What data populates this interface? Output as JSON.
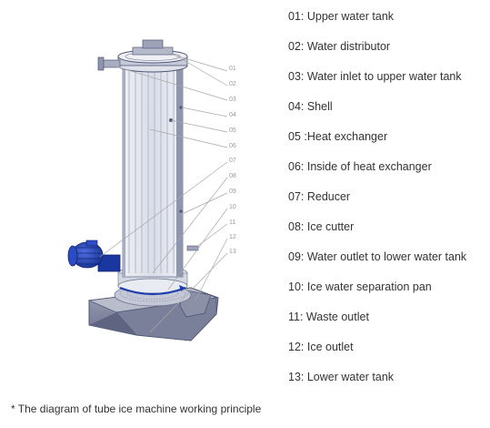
{
  "legend": {
    "items": [
      {
        "num": "01",
        "label": "01: Upper water tank"
      },
      {
        "num": "02",
        "label": "02: Water distributor"
      },
      {
        "num": "03",
        "label": "03: Water inlet to upper water tank"
      },
      {
        "num": "04",
        "label": "04: Shell"
      },
      {
        "num": "05",
        "label": "05 :Heat exchanger"
      },
      {
        "num": "06",
        "label": "06: Inside of heat exchanger"
      },
      {
        "num": "07",
        "label": "07: Reducer"
      },
      {
        "num": "08",
        "label": "08: Ice cutter"
      },
      {
        "num": "09",
        "label": "09: Water outlet to lower water tank"
      },
      {
        "num": "10",
        "label": "10: Ice water separation pan"
      },
      {
        "num": "11",
        "label": "11: Waste outlet"
      },
      {
        "num": "12",
        "label": "12: Ice outlet"
      },
      {
        "num": "13",
        "label": "13: Lower water tank"
      }
    ]
  },
  "caption": "* The diagram of tube ice machine working principle",
  "colors": {
    "motor": "#1f3fae",
    "frame": "#4f5674",
    "tubes": "#c9cfdc",
    "callout_line": "#a8a8a8",
    "legend_text": "#333333"
  }
}
